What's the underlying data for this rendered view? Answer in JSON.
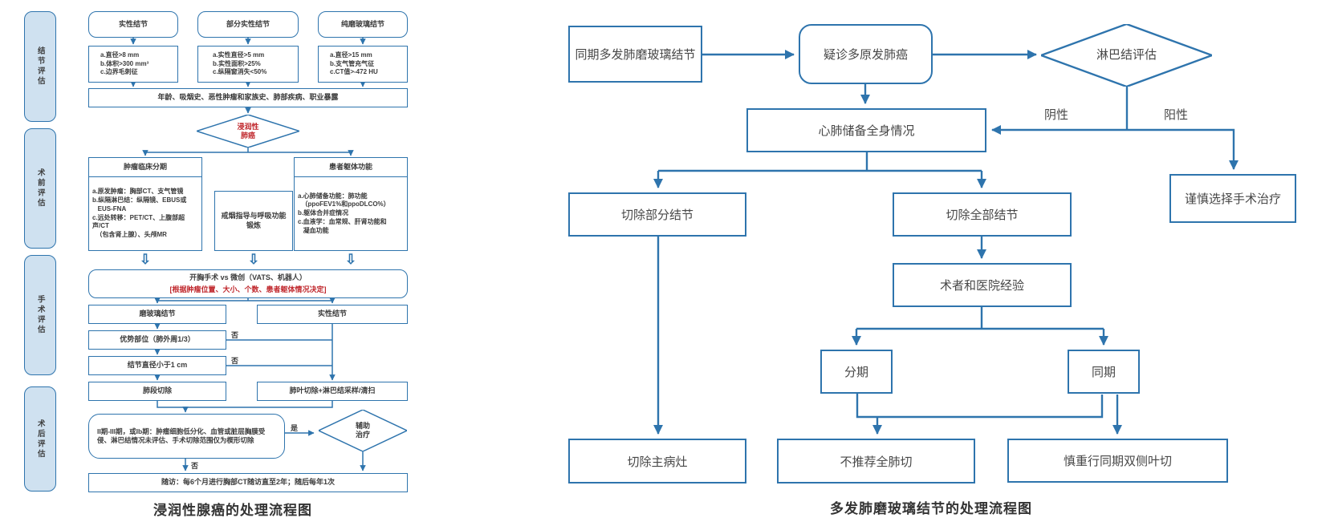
{
  "page": {
    "background": "#ffffff",
    "accent_blue": "#2e74ad",
    "light_blue_fill": "#cfe1f0",
    "red_accent": "#c0282d"
  },
  "left_chart": {
    "caption": "浸润性腺癌的处理流程图",
    "sidebar": {
      "items": [
        {
          "label": "结节评估"
        },
        {
          "label": "术前评估"
        },
        {
          "label": "手术评估"
        },
        {
          "label": "术后评估"
        }
      ]
    },
    "nodule_types": [
      {
        "label": "实性结节",
        "criteria": "a.直径>8 mm\nb.体积>300 mm³\nc.边界毛刺征"
      },
      {
        "label": "部分实性结节",
        "criteria": "a.实性直径>5 mm\nb.实性面积>25%\nc.纵隔窗消失<50%"
      },
      {
        "label": "纯磨玻璃结节",
        "criteria": "a.直径>15 mm\nb.支气管充气征\nc.CT值>-472 HU"
      }
    ],
    "risk_factors": "年龄、吸烟史、恶性肿瘤和家族史、肺部疾病、职业暴露",
    "diagnosis_diamond": "浸润性\n肺癌",
    "staging": {
      "title": "肿瘤临床分期",
      "detail": "a.原发肿瘤：胸部CT、支气管镜\nb.纵隔淋巴结：纵隔镜、EBUS或\n   EUS-FNA\nc.远处转移：PET/CT、上腹部超声/CT\n  （包含肾上腺）、头颅MR"
    },
    "smoking_box": "戒烟指导与呼吸功能锻炼",
    "fitness": {
      "title": "患者躯体功能",
      "detail": "a.心肺储备功能：肺功能\n  （ppoFEV1%和ppoDLCO%）\nb.躯体合并症情况\nc.血液学：血常规、肝肾功能和\n   凝血功能"
    },
    "approach": {
      "main": "开胸手术 vs 微创（VATS、机器人）",
      "note": "[根据肿瘤位置、大小、个数、患者躯体情况决定]"
    },
    "ggo_branch": {
      "label": "磨玻璃结节",
      "location": "优势部位（肺外周1/3）",
      "size": "结节直径小于1 cm",
      "surgery": "肺段切除"
    },
    "solid_branch": {
      "label": "实性结节",
      "surgery": "肺叶切除+淋巴结采样/清扫"
    },
    "no_label": "否",
    "yes_label": "是",
    "adjuvant_criteria": "II期-III期，或Ib期：肿瘤细胞低分化、血管或脏层胸膜受侵、淋巴结情况未评估、手术切除范围仅为楔形切除",
    "adjuvant_diamond": "辅助\n治疗",
    "followup": "随访：每6个月进行胸部CT随访直至2年；随后每年1次"
  },
  "right_chart": {
    "caption": "多发肺磨玻璃结节的处理流程图",
    "nodes": {
      "start": "同期多发肺磨玻璃结节",
      "suspect": "疑诊多原发肺癌",
      "lymph_diamond": "淋巴结评估",
      "negative_label": "阴性",
      "positive_label": "阳性",
      "reserve": "心肺储备全身情况",
      "cautious_surgery": "谨慎选择手术治疗",
      "resect_partial": "切除部分结节",
      "resect_all": "切除全部结节",
      "experience": "术者和医院经验",
      "staged": "分期",
      "simultaneous": "同期",
      "main_lesion": "切除主病灶",
      "no_pneumonectomy": "不推荐全肺切",
      "bilateral": "慎重行同期双侧叶切"
    }
  }
}
